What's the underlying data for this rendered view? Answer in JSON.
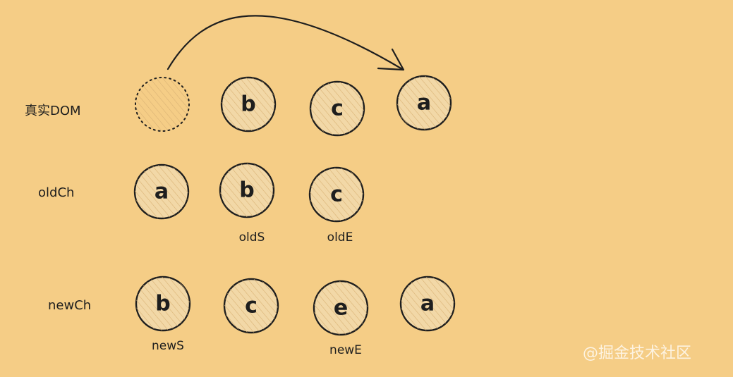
{
  "colors": {
    "background": "#f5cd86",
    "node_fill": "#f2d8a7",
    "stroke": "#1e1e1e"
  },
  "rows": {
    "real_dom": {
      "label": "真实DOM",
      "nodes": [
        {
          "letter": "",
          "style": "dotted-empty"
        },
        {
          "letter": "b",
          "style": "solid"
        },
        {
          "letter": "c",
          "style": "solid"
        },
        {
          "letter": "a",
          "style": "solid"
        }
      ]
    },
    "old_ch": {
      "label": "oldCh",
      "nodes": [
        {
          "letter": "a",
          "style": "solid"
        },
        {
          "letter": "b",
          "style": "solid"
        },
        {
          "letter": "c",
          "style": "solid"
        }
      ],
      "pointers": {
        "start": "oldS",
        "end": "oldE"
      }
    },
    "new_ch": {
      "label": "newCh",
      "nodes": [
        {
          "letter": "b",
          "style": "solid"
        },
        {
          "letter": "c",
          "style": "solid"
        },
        {
          "letter": "e",
          "style": "solid"
        },
        {
          "letter": "a",
          "style": "solid"
        }
      ],
      "pointers": {
        "start": "newS",
        "end": "newE"
      }
    }
  },
  "move_arrow": {
    "from_node": 1,
    "to_node": 4
  },
  "watermark": "@掘金技术社区"
}
